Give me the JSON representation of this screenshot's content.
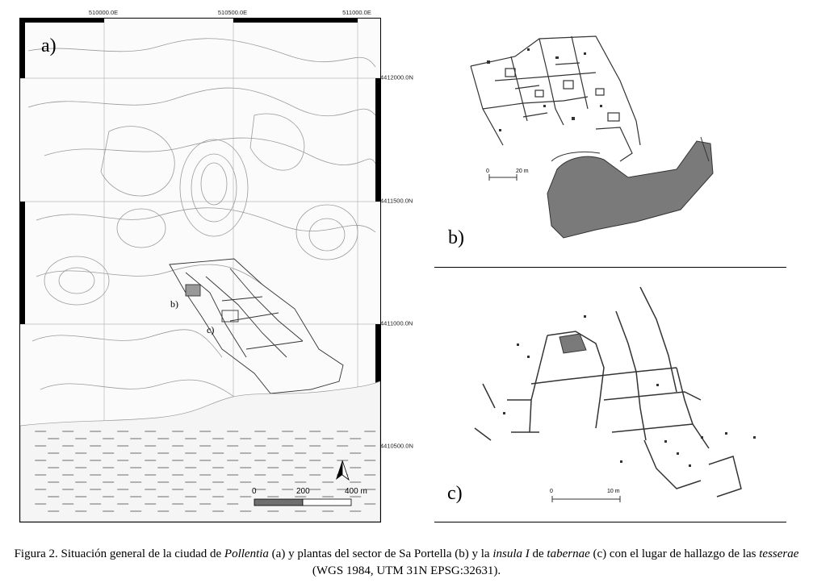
{
  "map": {
    "panel_label": "a)",
    "easting_labels": [
      "510000.0E",
      "510500.0E",
      "511000.0E"
    ],
    "northing_labels": [
      "4412000.0N",
      "4411500.0N",
      "4411000.0N",
      "4410500.0N"
    ],
    "site_labels": {
      "b": "b)",
      "c": "c)"
    },
    "scale_labels": [
      "0",
      "200",
      "400 m"
    ],
    "north_arrow": "north-arrow-icon",
    "colors": {
      "sea_hatch": "#6d6d6d",
      "contour": "#9a9a9a",
      "frame": "#000000",
      "scale_dark": "#6f6f6f"
    }
  },
  "plan_b": {
    "panel_label": "b)",
    "scale_labels": [
      "0",
      "20 m"
    ],
    "colors": {
      "fill": "#7a7a7a",
      "walls": "#333333"
    }
  },
  "plan_c": {
    "panel_label": "c)",
    "scale_labels": [
      "0",
      "10 m"
    ],
    "colors": {
      "fill": "#7a7a7a",
      "walls": "#333333"
    }
  },
  "caption": {
    "part1": "Figura 2. Situación general de la ciudad de ",
    "city": "Pollentia",
    "part2": " (a) y plantas del sector de Sa Portella (b) y la ",
    "insula": "insula I",
    "part3": " de ",
    "tabernae": "tabernae",
    "part4": " (c) con el lugar de hallazgo de las ",
    "tesserae": "tesserae",
    "part5": " (WGS 1984, UTM 31N EPSG:32631)."
  }
}
